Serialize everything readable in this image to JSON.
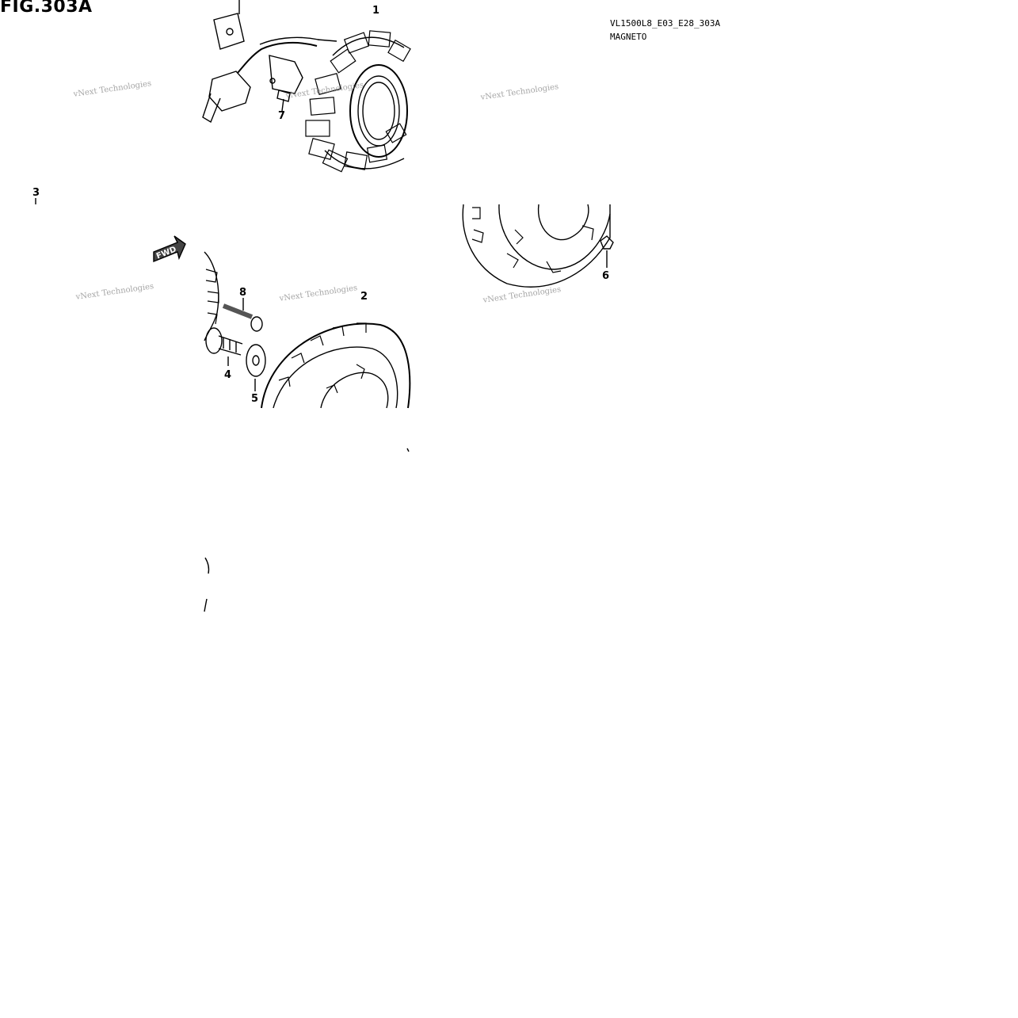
{
  "header": {
    "figure_title": "FIG.303A",
    "model_code": "VL1500L8_E03_E28_303A",
    "diagram_name": "MAGNETO"
  },
  "callouts": [
    {
      "id": "1",
      "label": "1"
    },
    {
      "id": "2",
      "label": "2"
    },
    {
      "id": "3",
      "label": "3"
    },
    {
      "id": "4",
      "label": "4"
    },
    {
      "id": "5",
      "label": "5"
    },
    {
      "id": "6",
      "label": "6"
    },
    {
      "id": "7",
      "label": "7"
    },
    {
      "id": "8",
      "label": "8"
    }
  ],
  "fwd_arrow": {
    "label": "FWD"
  },
  "watermarks": [
    {
      "text": "vNext Technologies"
    },
    {
      "text": "vNext Technologies"
    },
    {
      "text": "vNext Technologies"
    },
    {
      "text": "vNext Technologies"
    },
    {
      "text": "vNext Technologies"
    },
    {
      "text": "vNext Technologies"
    }
  ]
}
